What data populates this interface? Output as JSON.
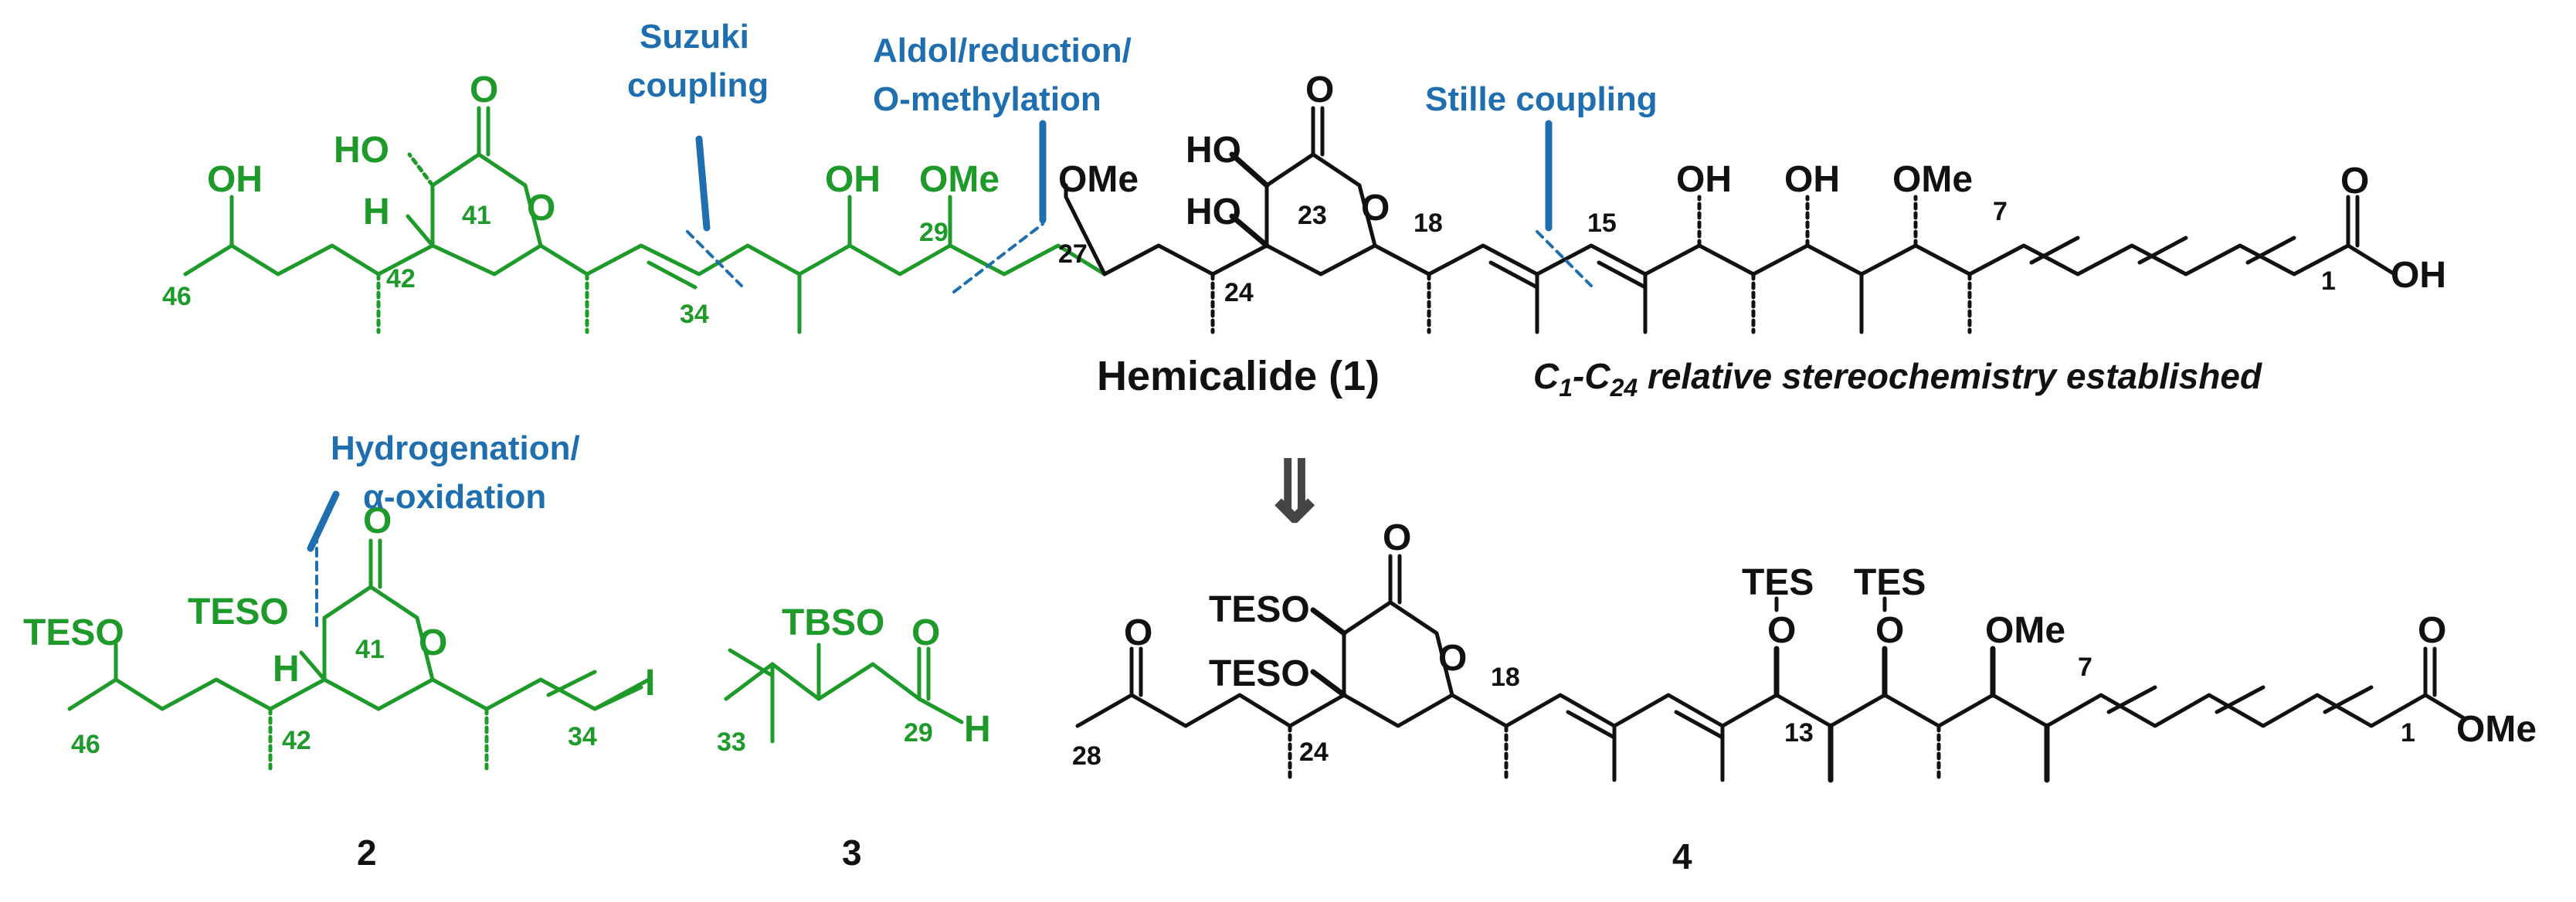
{
  "colors": {
    "fragment": "#1e9a2a",
    "core": "#111111",
    "annotation": "#1f6fb0"
  },
  "annotations": {
    "suzuki_line1": "Suzuki",
    "suzuki_line2": "coupling",
    "aldol_line1": "Aldol/reduction/",
    "aldol_line2": "O-methylation",
    "stille": "Stille coupling",
    "hydro_line1": "Hydrogenation/",
    "hydro_line2": "α-oxidation"
  },
  "titles": {
    "hemicalide": "Hemicalide (1)",
    "stereo_c": "C",
    "stereo_sub1": "1",
    "stereo_dash": "-C",
    "stereo_sub2": "24",
    "stereo_rest": " relative stereochemistry established"
  },
  "retro_arrow": "⇓",
  "compound_labels": {
    "c2": "2",
    "c3": "3",
    "c4": "4"
  },
  "atoms": {
    "oh": "OH",
    "ho": "HO",
    "o": "O",
    "ome": "OMe",
    "h": "H",
    "i": "I",
    "tes": "TES",
    "teso": "TESO",
    "tbso": "TBSO"
  },
  "numbers": {
    "n1": "1",
    "n7": "7",
    "n13": "13",
    "n15": "15",
    "n18": "18",
    "n23": "23",
    "n24": "24",
    "n27": "27",
    "n28": "28",
    "n29": "29",
    "n33": "33",
    "n34": "34",
    "n41": "41",
    "n42": "42",
    "n46": "46"
  }
}
